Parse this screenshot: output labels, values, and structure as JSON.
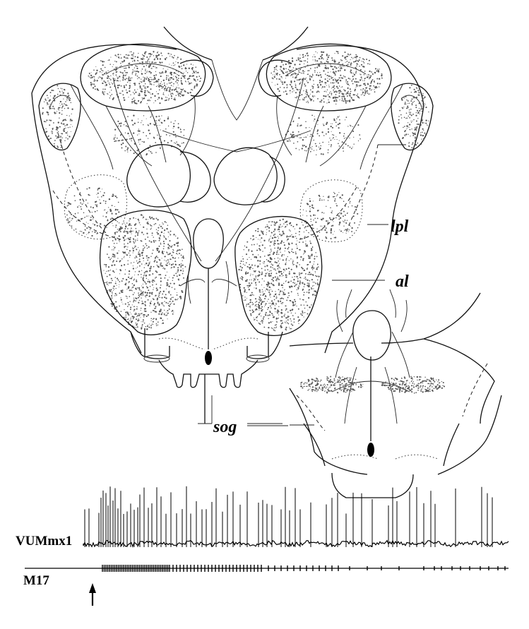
{
  "labels": {
    "lpl": "lpl",
    "al": "al",
    "sog": "sog"
  },
  "traces": {
    "neuron": "VUMmx1",
    "muscle": "M17"
  },
  "stimulus_marker": "arrow-up-icon"
}
